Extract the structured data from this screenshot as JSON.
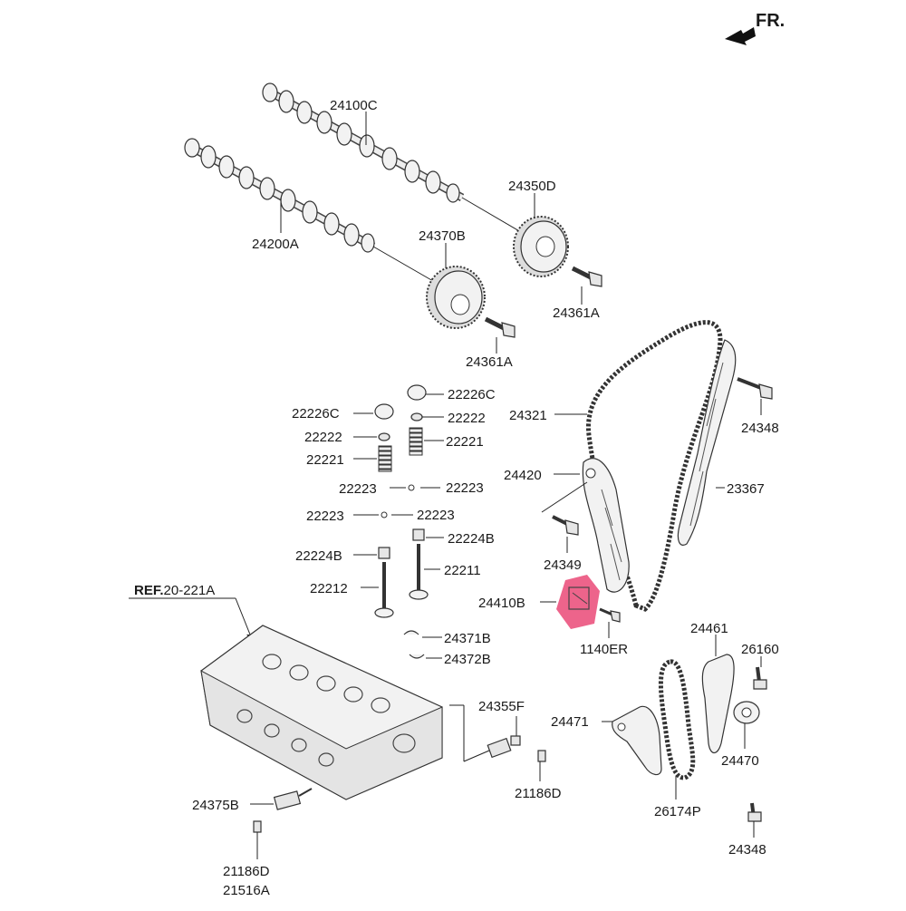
{
  "header": {
    "direction_label": "FR."
  },
  "reference": {
    "label_bold": "REF.",
    "label_rest": "20-221A"
  },
  "highlight": {
    "part": "24410B",
    "color": "#e8386a"
  },
  "labels": {
    "l24100C": "24100C",
    "l24200A": "24200A",
    "l24350D": "24350D",
    "l24370B": "24370B",
    "l24361A_1": "24361A",
    "l24361A_2": "24361A",
    "l22226C_1": "22226C",
    "l22226C_2": "22226C",
    "l22222_1": "22222",
    "l22222_2": "22222",
    "l22221_1": "22221",
    "l22221_2": "22221",
    "l22223_1": "22223",
    "l22223_2": "22223",
    "l22223_3": "22223",
    "l22223_4": "22223",
    "l22224B_1": "22224B",
    "l22224B_2": "22224B",
    "l22212": "22212",
    "l22211": "22211",
    "l24321": "24321",
    "l24348_1": "24348",
    "l24420": "24420",
    "l23367": "23367",
    "l24349": "24349",
    "l24410B": "24410B",
    "l1140ER": "1140ER",
    "l24371B": "24371B",
    "l24372B": "24372B",
    "l24461": "24461",
    "l26160": "26160",
    "l24355F": "24355F",
    "l24471": "24471",
    "l24470": "24470",
    "l21186D_1": "21186D",
    "l24375B": "24375B",
    "l26174P": "26174P",
    "l24348_2": "24348",
    "l21186D_2": "21186D",
    "l21516A": "21516A"
  }
}
